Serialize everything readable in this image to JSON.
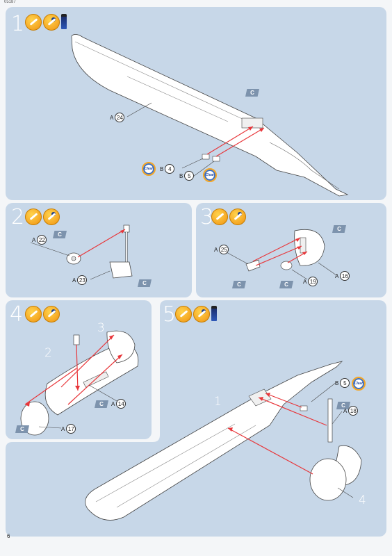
{
  "document": {
    "ref_code": "05187",
    "page_number": "6",
    "colors": {
      "panel": "#c7d7e8",
      "arrow": "#e8363a",
      "paint": "#f5a623",
      "badge": "#7d93ad"
    }
  },
  "steps": [
    {
      "number": "1",
      "icons": [
        "glue-icon",
        "paint-brush-icon",
        "paint-pot-icon"
      ],
      "labels": [
        {
          "prefix": "A",
          "num": "24"
        },
        {
          "prefix": "B",
          "num": "4"
        },
        {
          "prefix": "B",
          "num": "5"
        }
      ],
      "badges": [
        "C"
      ],
      "clear_labels": [
        "Clear",
        "Clear"
      ]
    },
    {
      "number": "2",
      "icons": [
        "glue-icon",
        "paint-brush-icon"
      ],
      "labels": [
        {
          "prefix": "A",
          "num": "22"
        },
        {
          "prefix": "A",
          "num": "23"
        }
      ],
      "badges": [
        "C",
        "C"
      ]
    },
    {
      "number": "3",
      "icons": [
        "glue-icon",
        "paint-brush-icon"
      ],
      "labels": [
        {
          "prefix": "A",
          "num": "25"
        },
        {
          "prefix": "A",
          "num": "19"
        },
        {
          "prefix": "A",
          "num": "16"
        }
      ],
      "badges": [
        "C",
        "C",
        "C"
      ]
    },
    {
      "number": "4",
      "icons": [
        "glue-icon",
        "paint-brush-icon"
      ],
      "labels": [
        {
          "prefix": "A",
          "num": "14"
        },
        {
          "prefix": "A",
          "num": "17"
        }
      ],
      "badges": [
        "C",
        "C"
      ],
      "sub_refs": [
        "2",
        "3"
      ]
    },
    {
      "number": "5",
      "icons": [
        "glue-icon",
        "paint-brush-icon",
        "paint-pot-icon"
      ],
      "labels": [
        {
          "prefix": "B",
          "num": "5"
        },
        {
          "prefix": "A",
          "num": "18"
        }
      ],
      "badges": [
        "C"
      ],
      "clear_labels": [
        "Clear"
      ],
      "sub_refs": [
        "1",
        "4"
      ]
    }
  ]
}
